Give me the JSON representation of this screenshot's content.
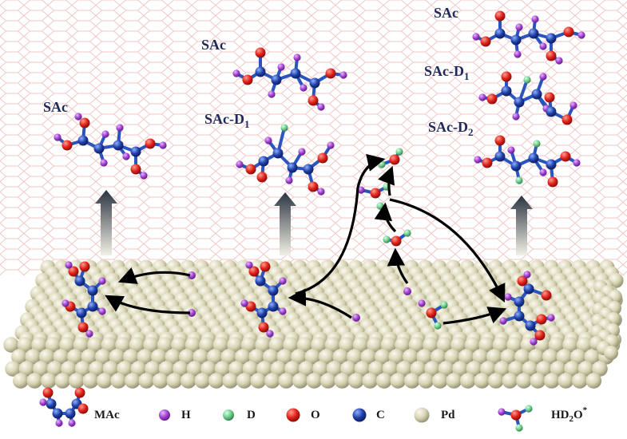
{
  "colors": {
    "pd": "#d9d6b8",
    "pd_shade": "#9e9a78",
    "carbon": "#1f3f9f",
    "oxygen": "#e0201a",
    "hydrogen": "#a040d0",
    "deuterium": "#6ccc8a",
    "bond": "#2a55c0",
    "hex_grid": "#f2c6c6",
    "label": "#1f2a5a"
  },
  "products": {
    "left": {
      "label": "SAc"
    },
    "middle": {
      "top_label": "SAc",
      "bottom_label": "SAc-D",
      "bottom_sub": "1"
    },
    "right": {
      "top_label": "SAc",
      "mid_label": "SAc-D",
      "mid_sub": "1",
      "bottom_label": "SAc-D",
      "bottom_sub": "2"
    }
  },
  "legend": {
    "mac": "MAc",
    "h": "H",
    "d": "D",
    "o": "O",
    "c": "C",
    "pd": "Pd",
    "hd2o_prefix": "HD",
    "hd2o_sub": "2",
    "hd2o_suffix": "O",
    "hd2o_sup": "*"
  }
}
